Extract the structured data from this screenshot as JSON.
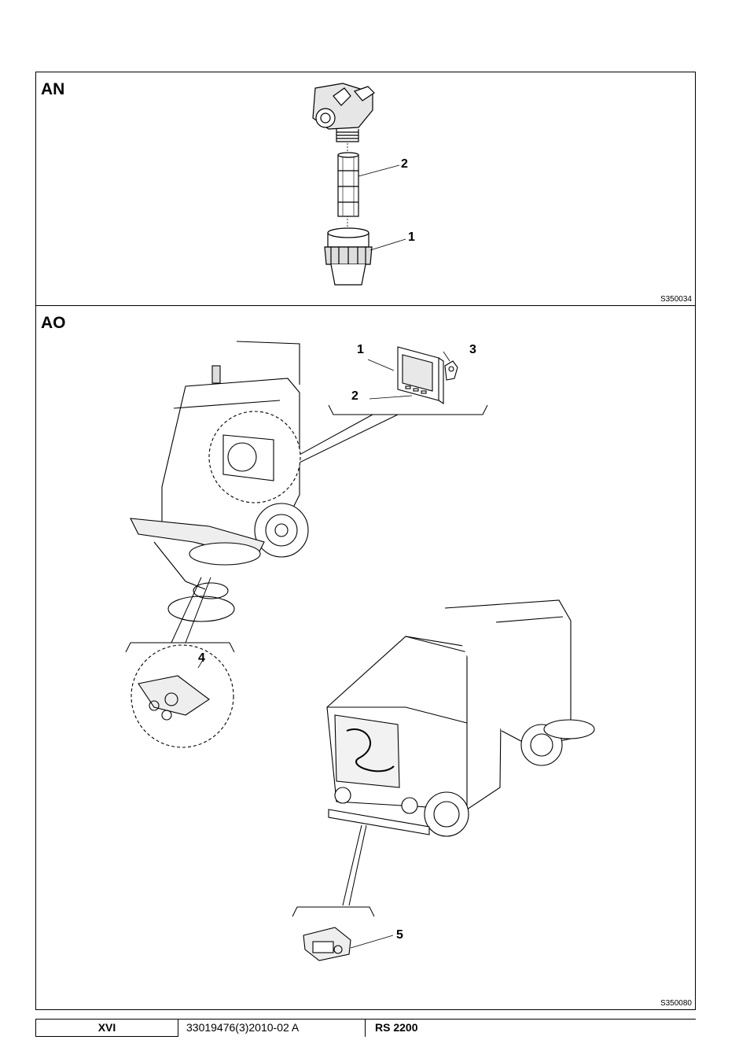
{
  "panels": {
    "an": {
      "label": "AN",
      "ref": "S350034",
      "callouts": {
        "c1": "1",
        "c2": "2"
      }
    },
    "ao": {
      "label": "AO",
      "ref": "S350080",
      "callouts": {
        "c1": "1",
        "c2": "2",
        "c3": "3",
        "c4": "4",
        "c5": "5"
      }
    }
  },
  "footer": {
    "page": "XVI",
    "doc_number": "33019476(3)2010-02 A",
    "model": "RS 2200"
  }
}
